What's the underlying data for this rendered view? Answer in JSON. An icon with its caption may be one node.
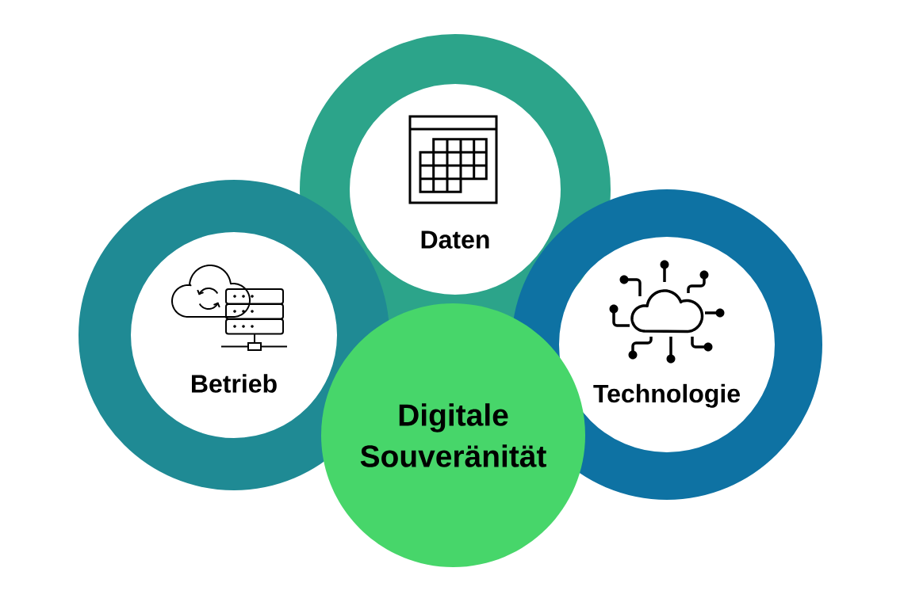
{
  "diagram": {
    "nodes": [
      {
        "text": [
          "Daten"
        ]
      },
      {
        "text": [
          "Betrieb"
        ]
      },
      {
        "text": [
          "Technologie"
        ]
      },
      {
        "text": [
          "Digitale Souveränität"
        ]
      }
    ]
  }
}
